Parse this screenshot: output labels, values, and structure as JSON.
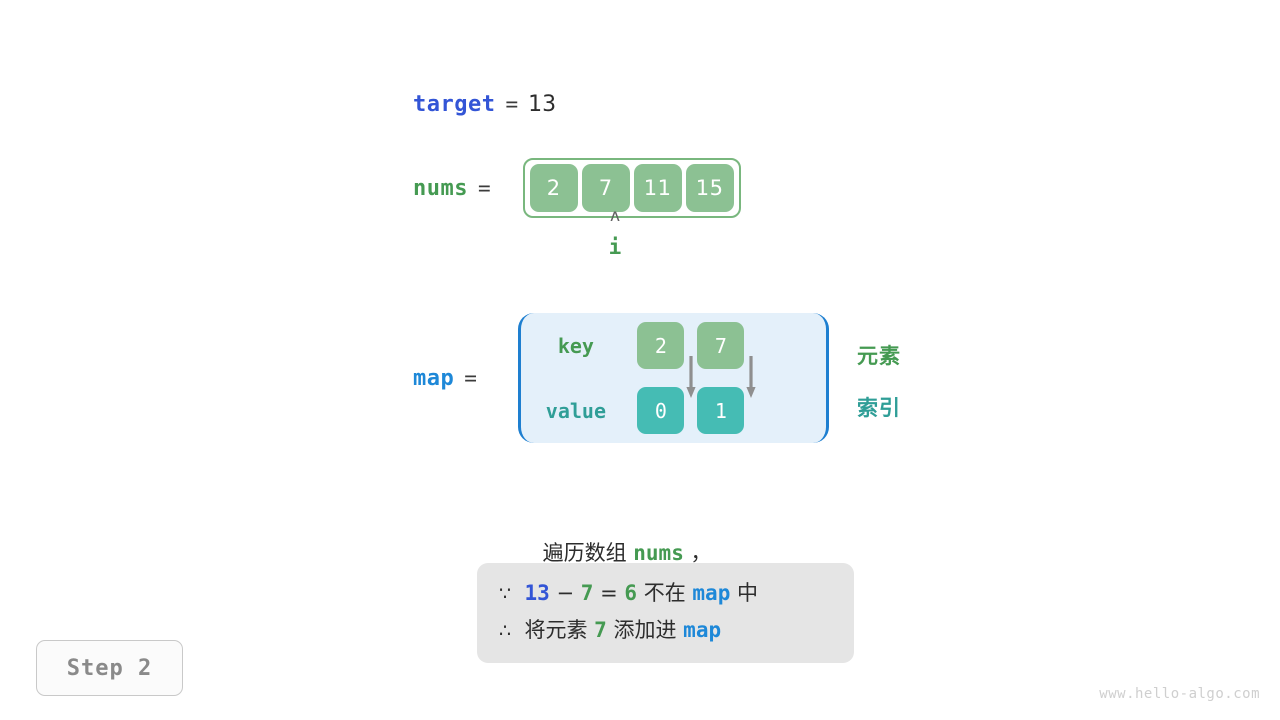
{
  "target": {
    "label": "target",
    "equals": "=",
    "value": "13"
  },
  "nums": {
    "label": "nums",
    "equals": "=",
    "cells": [
      "2",
      "7",
      "11",
      "15"
    ]
  },
  "pointer": {
    "caret": "ʌ",
    "label": "i",
    "index": 1
  },
  "map": {
    "label": "map",
    "equals": "=",
    "key_label": "key",
    "value_label": "value",
    "keys": [
      "2",
      "7"
    ],
    "values": [
      "0",
      "1"
    ],
    "annotations": {
      "element": "元素",
      "index": "索引"
    }
  },
  "description": {
    "prefix": "遍历数组",
    "code": "nums",
    "suffix": "，"
  },
  "reason": {
    "line1": {
      "symbol": "∵",
      "a": "13",
      "minus": "−",
      "b": "7",
      "eq": "=",
      "result": "6",
      "text": "不在",
      "map": "map",
      "tail": "中"
    },
    "line2": {
      "symbol": "∴",
      "text": "将元素",
      "value": "7",
      "text2": "添加进",
      "map": "map"
    }
  },
  "step": {
    "label": "Step 2"
  },
  "watermark": {
    "text": "www.hello-algo.com"
  },
  "colors": {
    "cell_green": "#8cc193",
    "cell_teal": "#45bcb4",
    "border_green": "#79b77e",
    "map_panel_bg": "#e4f0fa",
    "map_panel_border": "#1e7fd0",
    "var_blue": "#3355d6",
    "var_green": "#459a52",
    "code_blue": "#1e88d8",
    "teal_text": "#2f9e97",
    "reason_box_bg": "#e5e5e5",
    "step_text": "#8a8a8a",
    "watermark": "#cfcfcf"
  }
}
